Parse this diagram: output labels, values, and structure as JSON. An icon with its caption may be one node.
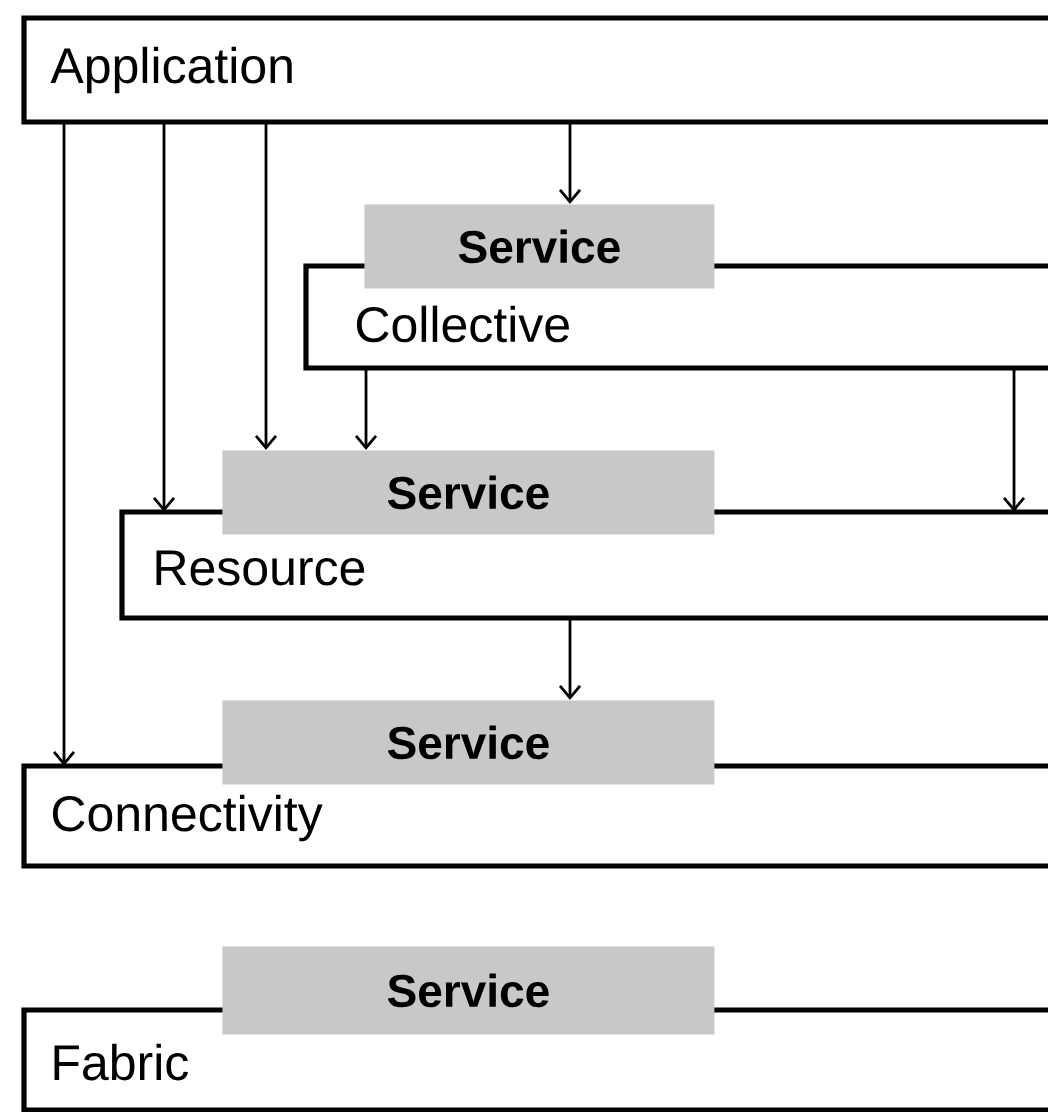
{
  "diagram": {
    "nodes": [
      {
        "text": [
          "Application"
        ]
      },
      {
        "text": [
          "Service"
        ]
      },
      {
        "text": [
          "Collective"
        ]
      },
      {
        "text": [
          "Service"
        ]
      },
      {
        "text": [
          "Resource"
        ]
      },
      {
        "text": [
          "Service"
        ]
      },
      {
        "text": [
          "Connectivity"
        ]
      },
      {
        "text": [
          "Service"
        ]
      },
      {
        "text": [
          "Fabric"
        ]
      }
    ],
    "edges": [
      {
        "from": 0,
        "to": 6,
        "arrow": "to"
      },
      {
        "from": 0,
        "to": 4,
        "arrow": "to"
      },
      {
        "from": 0,
        "to": 3,
        "arrow": "to"
      },
      {
        "from": 0,
        "to": 1,
        "arrow": "to"
      },
      {
        "from": 2,
        "to": 3,
        "arrow": "to"
      },
      {
        "from": 2,
        "to": 4,
        "arrow": "to"
      },
      {
        "from": 4,
        "to": 5,
        "arrow": "to"
      }
    ]
  }
}
